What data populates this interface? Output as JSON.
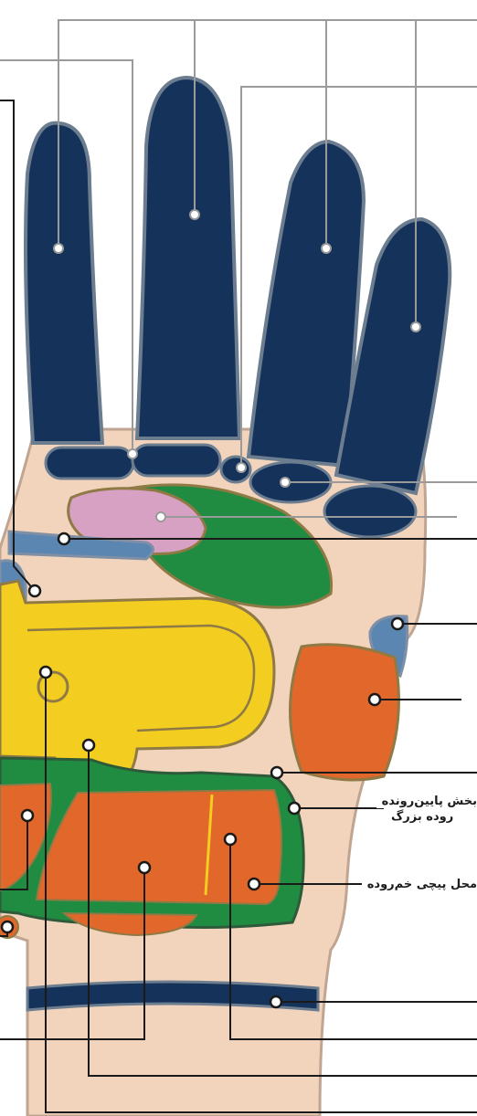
{
  "labels": {
    "descending_colon_line1": "بخش پایین‌رونده",
    "descending_colon_line2": "روده بزرگ",
    "ileocecal": "محل پیچی خم‌روده"
  },
  "colors": {
    "skin": "#f2d4bc",
    "skin_edge": "#bfa592",
    "finger": "#15335a",
    "green": "#1f8c42",
    "yellow": "#f3cd1f",
    "orange": "#e1672a",
    "pink": "#d7a1c4",
    "blue": "#5c86b2",
    "gray_line": "#9a9a9a",
    "black_line": "#1a1a1a"
  }
}
